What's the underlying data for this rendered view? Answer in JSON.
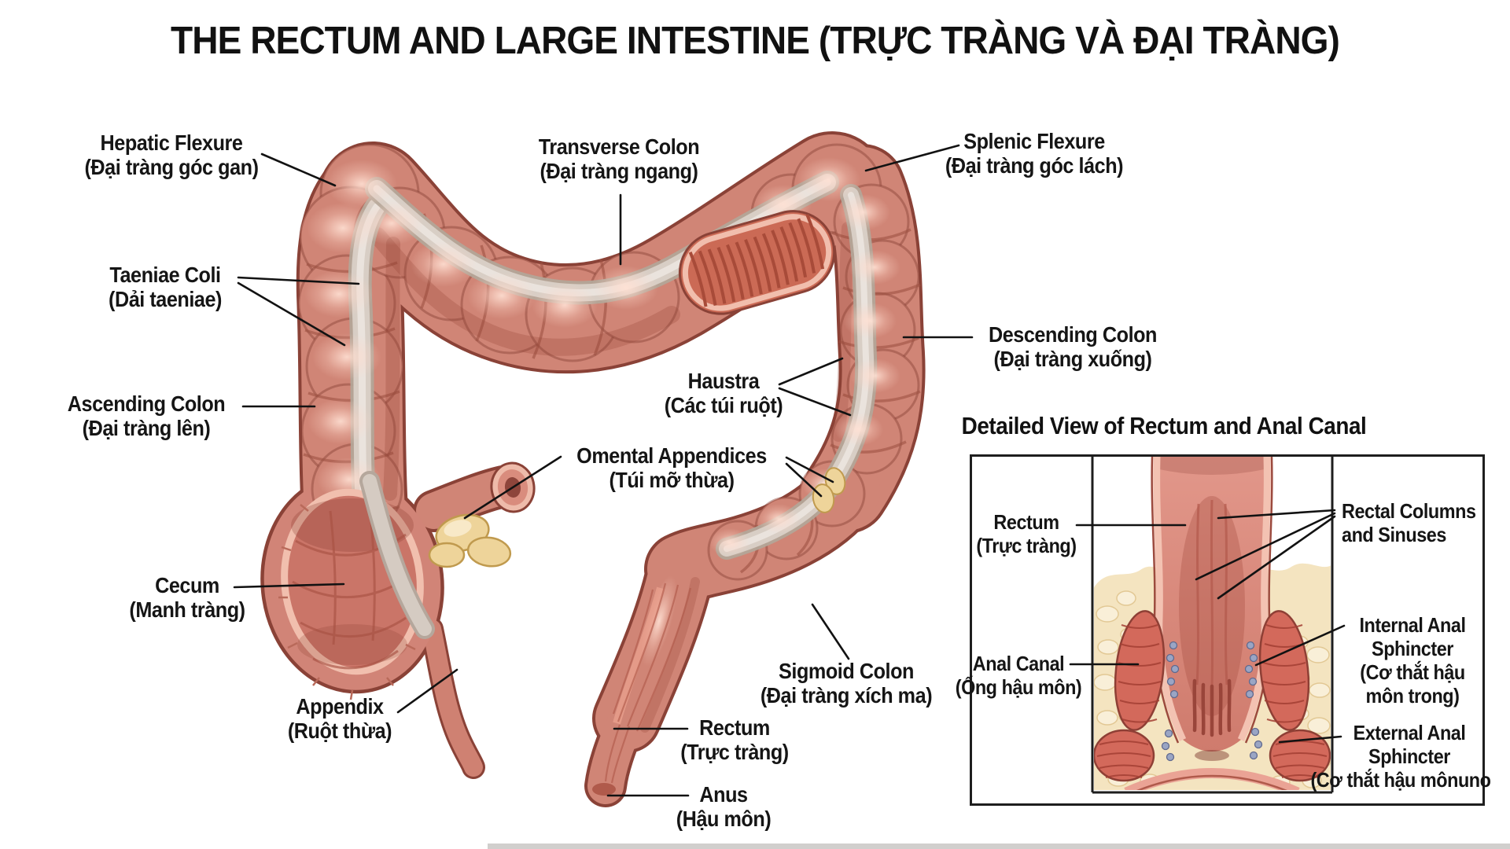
{
  "title": "THE RECTUM AND LARGE INTESTINE (TRỰC TRÀNG VÀ ĐẠI TRÀNG)",
  "labels": {
    "hepatic_flexure": {
      "en": "Hepatic Flexure",
      "vi": "(Đại tràng góc gan)"
    },
    "taeniae_coli": {
      "en": "Taeniae Coli",
      "vi": "(Dải taeniae)"
    },
    "ascending_colon": {
      "en": "Ascending Colon",
      "vi": "(Đại tràng lên)"
    },
    "cecum": {
      "en": "Cecum",
      "vi": "(Manh tràng)"
    },
    "appendix": {
      "en": "Appendix",
      "vi": "(Ruột thừa)"
    },
    "transverse_colon": {
      "en": "Transverse Colon",
      "vi": "(Đại tràng ngang)"
    },
    "haustra": {
      "en": "Haustra",
      "vi": "(Các túi ruột)"
    },
    "omental_appendices": {
      "en": "Omental Appendices",
      "vi": "(Túi mỡ thừa)"
    },
    "splenic_flexure": {
      "en": "Splenic Flexure",
      "vi": "(Đại tràng góc lách)"
    },
    "descending_colon": {
      "en": "Descending Colon",
      "vi": "(Đại tràng xuống)"
    },
    "sigmoid_colon": {
      "en": "Sigmoid Colon",
      "vi": "(Đại tràng xích ma)"
    },
    "rectum": {
      "en": "Rectum",
      "vi": "(Trực tràng)"
    },
    "anus": {
      "en": "Anus",
      "vi": "(Hậu môn)"
    }
  },
  "detail": {
    "title": "Detailed View of Rectum and Anal Canal",
    "labels": {
      "rectum": {
        "en": "Rectum",
        "vi": "(Trực tràng)"
      },
      "anal_canal": {
        "en": "Anal Canal",
        "vi": "(Ống hậu môn)"
      },
      "rectal_columns": {
        "en": "Rectal Columns and Sinuses",
        "vi": ""
      },
      "internal_anal_sphincter": {
        "en": "Internal Anal Sphincter",
        "vi": "(Cơ thắt hậu môn trong)"
      },
      "external_anal_sphincter": {
        "en": "External Anal Sphincter",
        "vi": "(Cơ thắt hậu mônuno"
      }
    }
  },
  "colors": {
    "background": "#ffffff",
    "text": "#151515",
    "colon_base": "#d08576",
    "colon_outline": "#8a4237",
    "colon_highlight": "#f0b9a7",
    "taenia_band": "#d8cec5",
    "cut_muscle": "#cb6a55",
    "fat_yellow": "#ecd28d",
    "detail_fat": "#f4e4c0",
    "sphincter_red": "#d3695b",
    "vein_blue": "#9aa5c4",
    "leader_line": "#121212",
    "box_border": "#1e1e1e"
  }
}
